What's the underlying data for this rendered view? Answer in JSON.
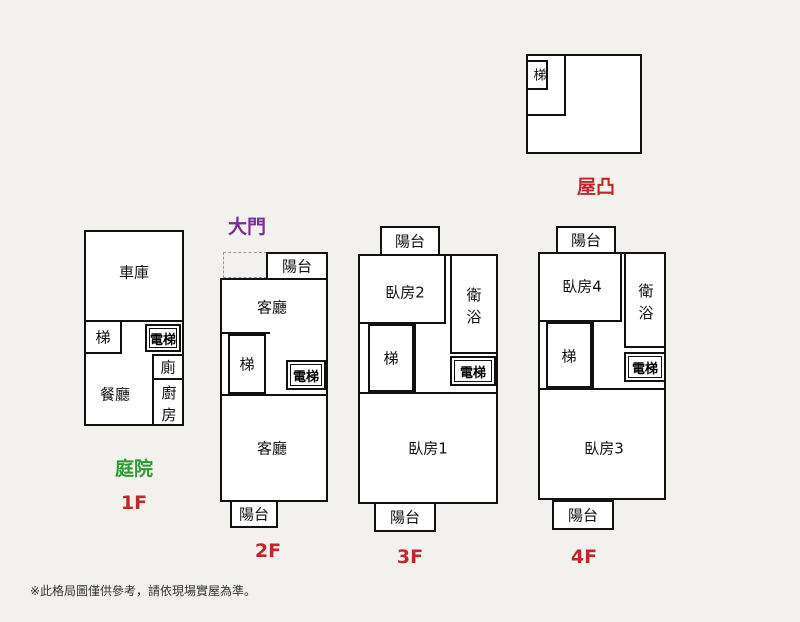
{
  "floor1": {
    "garage": "車庫",
    "stairs": "梯",
    "elevator": "電梯",
    "toilet": "廁",
    "dining": "餐廳",
    "kitchen": "廚房",
    "courtyard": "庭院",
    "floor_label": "1F"
  },
  "floor2": {
    "main_gate": "大門",
    "balcony_top": "陽台",
    "living_upper": "客廳",
    "stairs": "梯",
    "elevator": "電梯",
    "living_lower": "客廳",
    "balcony_bottom": "陽台",
    "floor_label": "2F"
  },
  "floor3": {
    "balcony_top": "陽台",
    "bedroom2": "臥房2",
    "bathroom": "衛浴",
    "stairs": "梯",
    "elevator": "電梯",
    "bedroom1": "臥房1",
    "balcony_bottom": "陽台",
    "floor_label": "3F"
  },
  "floor4": {
    "balcony_top": "陽台",
    "bedroom4": "臥房4",
    "bathroom": "衛浴",
    "stairs": "梯",
    "elevator": "電梯",
    "bedroom3": "臥房3",
    "balcony_bottom": "陽台",
    "floor_label": "4F"
  },
  "roof": {
    "stairs": "梯",
    "label": "屋凸"
  },
  "footnote": "※此格局圖僅供參考，請依現場實屋為準。",
  "colors": {
    "floor_label": "#c0262c",
    "courtyard": "#2f9a33",
    "main_gate": "#7a2d96",
    "roof_label": "#c0262c"
  }
}
